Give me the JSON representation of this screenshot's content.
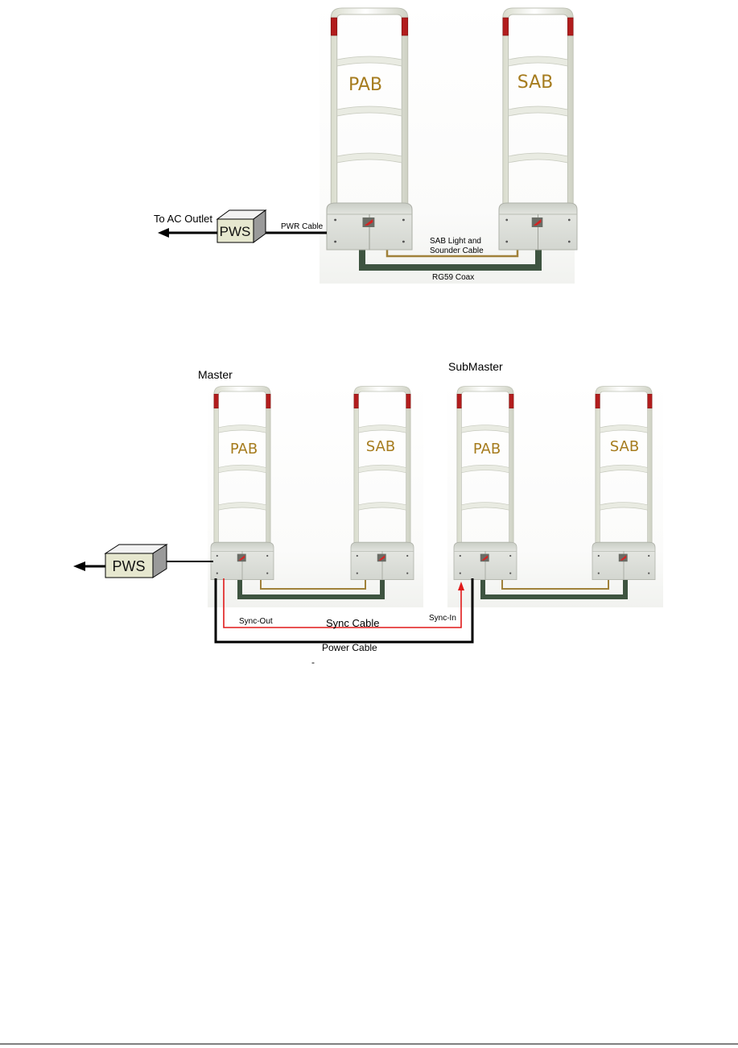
{
  "diagram1": {
    "antenna_left": "PAB",
    "antenna_right": "SAB",
    "power_supply": "PWS",
    "to_ac_outlet": "To AC Outlet",
    "pwr_cable": "PWR Cable",
    "sab_cable_line1": "SAB Light and",
    "sab_cable_line2": "Sounder Cable",
    "coax": "RG59 Coax"
  },
  "diagram2": {
    "master": "Master",
    "submaster": "SubMaster",
    "antennas": [
      "PAB",
      "SAB",
      "PAB",
      "SAB"
    ],
    "power_supply": "PWS",
    "sync_out": "Sync-Out",
    "sync_in": "Sync-In",
    "sync_cable": "Sync Cable",
    "power_cable": "Power Cable",
    "stray_mark": "-"
  },
  "colors": {
    "coax": "#3e5440",
    "sounder_cable": "#a0813a",
    "sync_cable": "#e01a1a",
    "power_cable": "#000000",
    "antenna_label": "#a67c1e",
    "red_cap": "#b21d1d",
    "pws_front": "#e6e7cf"
  }
}
